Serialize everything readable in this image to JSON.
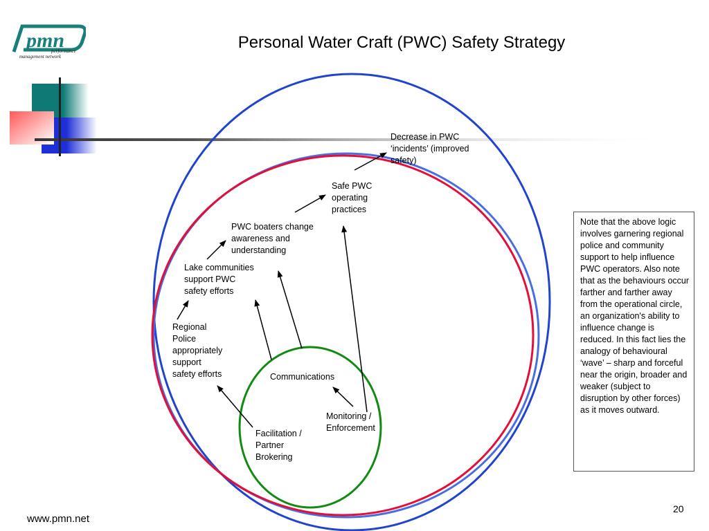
{
  "slide": {
    "title": "Personal Water Craft (PWC) Safety Strategy",
    "footer_url": "www.pmn.net",
    "page_number": "20"
  },
  "logo": {
    "mark": "pmn",
    "tagline_1": "performance",
    "tagline_2": "management network"
  },
  "diagram": {
    "outer_outcome": [
      "Decrease in PWC",
      "‘incidents’ (improved",
      "safety)"
    ],
    "safe_practices": [
      "Safe PWC",
      "operating",
      "practices"
    ],
    "boater_awareness": [
      "PWC boaters change",
      "awareness and",
      "understanding"
    ],
    "lake_communities": [
      "Lake communities",
      "support PWC",
      "safety efforts"
    ],
    "regional_police": [
      "Regional",
      "Police",
      "appropriately",
      "support",
      "safety efforts"
    ],
    "communications": "Communications",
    "monitoring": [
      "Monitoring /",
      "Enforcement"
    ],
    "facilitation": [
      "Facilitation /",
      "Partner",
      "Brokering"
    ]
  },
  "note": "Note that the above logic involves garnering regional police and community support to help influence PWC operators.  Also note that as the behaviours occur farther and farther away from the operational circle, an organization's ability to influence change is reduced.  In this fact lies the analogy of behavioural ‘wave’ – sharp and forceful near the origin, broader and weaker (subject to disruption by other forces) as it moves outward.",
  "colors": {
    "outer_circle": "#2244cc",
    "middle_circle_red": "#e0103a",
    "middle_circle_blue": "#4a6de0",
    "inner_circle": "#148a14",
    "logo_teal": "#1a7f7a"
  }
}
